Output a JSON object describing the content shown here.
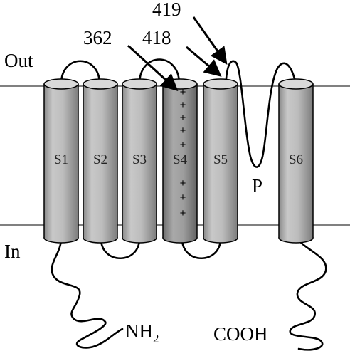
{
  "labels": {
    "out": "Out",
    "in": "In",
    "pore": "P",
    "n_terminus": "NH",
    "n_terminus_sub": "2",
    "c_terminus": "COOH"
  },
  "segments": [
    "S1",
    "S2",
    "S3",
    "S4",
    "S5",
    "S6"
  ],
  "callouts": [
    "362",
    "418",
    "419"
  ],
  "s4_charges": [
    "+",
    "+",
    "+",
    "+",
    "+",
    "+",
    "+",
    "+"
  ]
}
